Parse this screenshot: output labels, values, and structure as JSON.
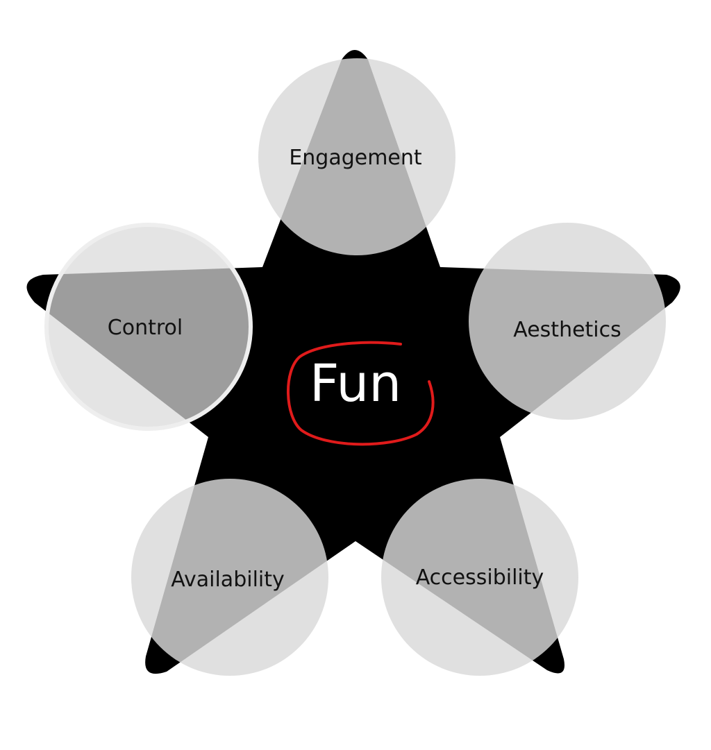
{
  "diagram": {
    "center": {
      "label": "Fun",
      "highlight_color": "#e01b1b"
    },
    "nodes": [
      {
        "id": "engagement",
        "label": "Engagement"
      },
      {
        "id": "aesthetics",
        "label": "Aesthetics"
      },
      {
        "id": "accessibility",
        "label": "Accessibility"
      },
      {
        "id": "availability",
        "label": "Availability"
      },
      {
        "id": "control",
        "label": "Control",
        "style": "outline"
      }
    ],
    "colors": {
      "star": "#000000",
      "circle_fill": "#d9d9d9",
      "circle_outline": "#eeeeee",
      "background": "#ffffff"
    }
  }
}
